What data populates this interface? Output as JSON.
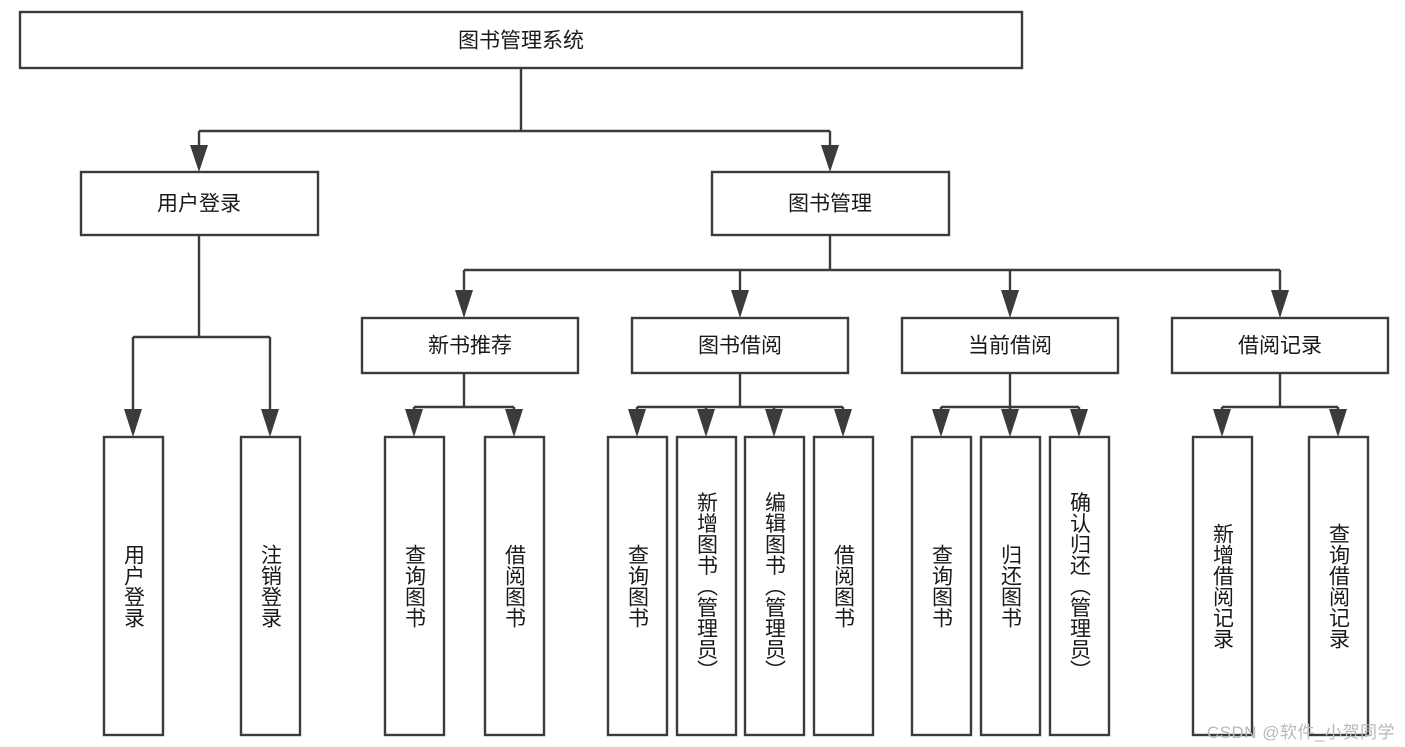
{
  "diagram": {
    "title": "图书管理系统",
    "type": "hierarchy-tree",
    "watermark": "CSDN @软件_小贺同学",
    "colors": {
      "stroke": "#3b3b3b",
      "fill": "#ffffff",
      "text": "#1a1a1a",
      "watermark": "#b9b9b9",
      "background": "#ffffff"
    },
    "levels": {
      "root": "图书管理系统",
      "level2": [
        "用户登录",
        "图书管理"
      ],
      "level3": [
        "新书推荐",
        "图书借阅",
        "当前借阅",
        "借阅记录"
      ]
    },
    "nodes": {
      "root": {
        "label": "图书管理系统",
        "orientation": "horizontal"
      },
      "n_user_login": {
        "label": "用户登录",
        "orientation": "horizontal"
      },
      "n_book_mgmt": {
        "label": "图书管理",
        "orientation": "horizontal"
      },
      "n_new_book": {
        "label": "新书推荐",
        "orientation": "horizontal"
      },
      "n_borrow": {
        "label": "图书借阅",
        "orientation": "horizontal"
      },
      "n_current": {
        "label": "当前借阅",
        "orientation": "horizontal"
      },
      "n_record": {
        "label": "借阅记录",
        "orientation": "horizontal"
      },
      "leaf_user_login": {
        "label": "用户登录",
        "orientation": "vertical"
      },
      "leaf_logout": {
        "label": "注销登录",
        "orientation": "vertical"
      },
      "leaf_nb_query": {
        "label": "查询图书",
        "orientation": "vertical"
      },
      "leaf_nb_borrow": {
        "label": "借阅图书",
        "orientation": "vertical"
      },
      "leaf_bb_query": {
        "label": "查询图书",
        "orientation": "vertical"
      },
      "leaf_bb_add": {
        "label": "新增图书（管理员）",
        "orientation": "vertical"
      },
      "leaf_bb_edit": {
        "label": "编辑图书（管理员）",
        "orientation": "vertical"
      },
      "leaf_bb_borrow": {
        "label": "借阅图书",
        "orientation": "vertical"
      },
      "leaf_cb_query": {
        "label": "查询图书",
        "orientation": "vertical"
      },
      "leaf_cb_return": {
        "label": "归还图书",
        "orientation": "vertical"
      },
      "leaf_cb_confirm": {
        "label": "确认归还（管理员）",
        "orientation": "vertical"
      },
      "leaf_rc_add": {
        "label": "新增借阅记录",
        "orientation": "vertical"
      },
      "leaf_rc_query": {
        "label": "查询借阅记录",
        "orientation": "vertical"
      }
    },
    "edges": [
      {
        "from": "图书管理系统",
        "to": "用户登录"
      },
      {
        "from": "图书管理系统",
        "to": "图书管理"
      },
      {
        "from": "用户登录",
        "to": "用户登录"
      },
      {
        "from": "用户登录",
        "to": "注销登录"
      },
      {
        "from": "图书管理",
        "to": "新书推荐"
      },
      {
        "from": "图书管理",
        "to": "图书借阅"
      },
      {
        "from": "图书管理",
        "to": "当前借阅"
      },
      {
        "from": "图书管理",
        "to": "借阅记录"
      },
      {
        "from": "新书推荐",
        "to": "查询图书"
      },
      {
        "from": "新书推荐",
        "to": "借阅图书"
      },
      {
        "from": "图书借阅",
        "to": "查询图书"
      },
      {
        "from": "图书借阅",
        "to": "新增图书（管理员）"
      },
      {
        "from": "图书借阅",
        "to": "编辑图书（管理员）"
      },
      {
        "from": "图书借阅",
        "to": "借阅图书"
      },
      {
        "from": "当前借阅",
        "to": "查询图书"
      },
      {
        "from": "当前借阅",
        "to": "归还图书"
      },
      {
        "from": "当前借阅",
        "to": "确认归还（管理员）"
      },
      {
        "from": "借阅记录",
        "to": "新增借阅记录"
      },
      {
        "from": "借阅记录",
        "to": "查询借阅记录"
      }
    ]
  }
}
